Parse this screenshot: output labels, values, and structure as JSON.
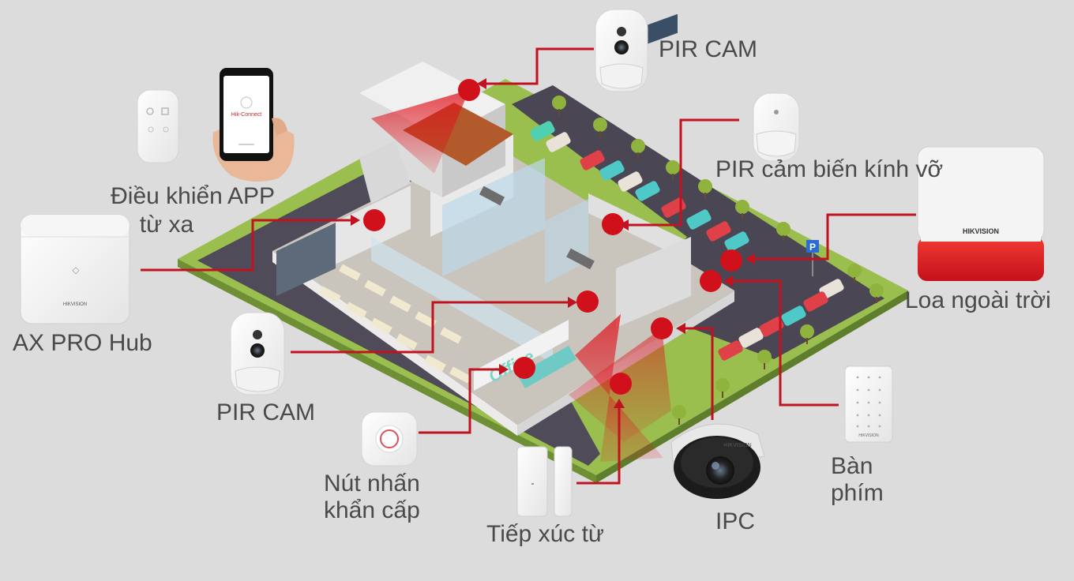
{
  "devices": {
    "pir_cam_top": {
      "label": "PIR CAM"
    },
    "pir_glass_break": {
      "label": "PIR cảm biến kính vỡ"
    },
    "outdoor_siren": {
      "label": "Loa ngoài trời",
      "brand": "HIKVISION"
    },
    "remote_control": {
      "label_line1": "Điều khiển",
      "label_line2": "từ xa"
    },
    "app": {
      "label": "APP",
      "app_name": "Hik-Connect"
    },
    "ax_pro_hub": {
      "label": "AX PRO Hub",
      "brand": "HIKVISION"
    },
    "pir_cam_left": {
      "label": "PIR CAM"
    },
    "panic_button": {
      "label_line1": "Nút nhấn",
      "label_line2": "khẩn cấp"
    },
    "magnetic_contact": {
      "label": "Tiếp xúc từ"
    },
    "ipc": {
      "label": "IPC",
      "brand": "HIKVISION"
    },
    "keypad": {
      "label_line1": "Bàn",
      "label_line2": "phím",
      "brand": "HIKVISION"
    }
  },
  "building": {
    "sign_text": "Office"
  },
  "colors": {
    "background": "#dcdcdc",
    "connector": "#c1121f",
    "marker": "#d0101a",
    "lawn": "#9bbf4e",
    "parking": "#4a4654",
    "label_text": "#4a4a4a"
  }
}
